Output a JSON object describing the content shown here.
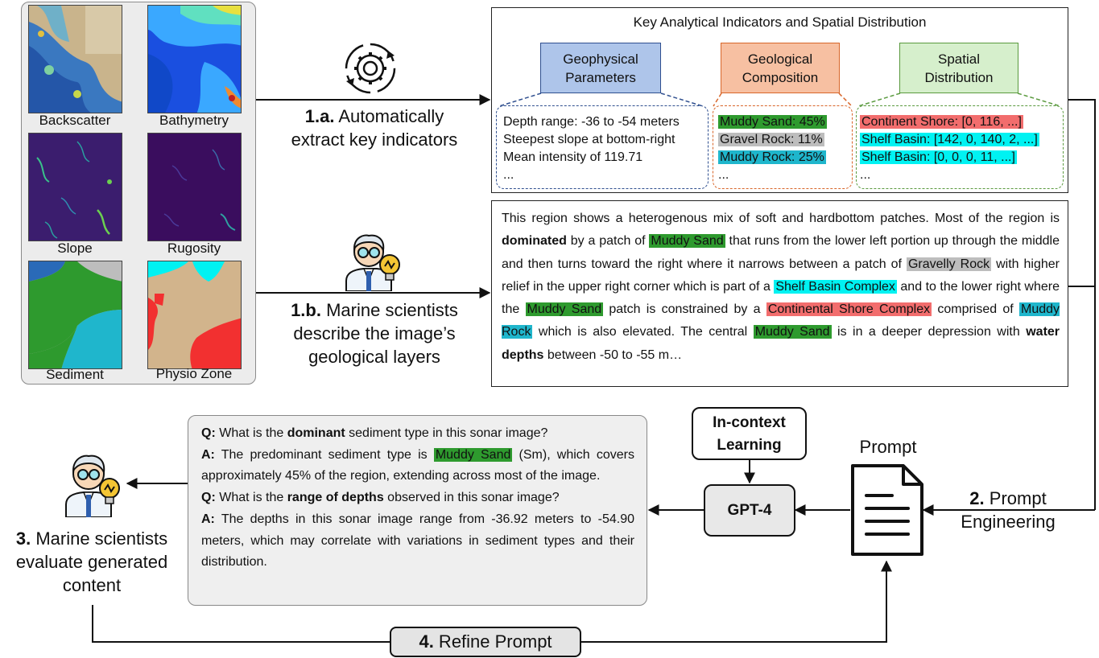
{
  "colors": {
    "muddy_sand": "#2e9a2e",
    "gravel_rock": "#bdbdbd",
    "muddy_rock": "#1fb6cc",
    "shelf_basin": "#00f2f2",
    "continental_shore": "#f26d6d",
    "geophysical_fill": "#aec5ea",
    "geophysical_border": "#2f4f8f",
    "geological_fill": "#f7c0a2",
    "geological_border": "#d8662a",
    "spatial_fill": "#d6efcc",
    "spatial_border": "#5a9a3e"
  },
  "images": {
    "backscatter": "Backscatter",
    "bathymetry": "Bathymetry",
    "slope": "Slope",
    "rugosity": "Rugosity",
    "sediment": "Sediment",
    "physio_zone": "Physio Zone"
  },
  "indicators": {
    "title": "Key Analytical Indicators and Spatial Distribution",
    "geophysical": {
      "line1": "Geophysical",
      "line2": "Parameters",
      "items": [
        "Depth range: -36 to -54 meters",
        "Steepest slope at bottom-right",
        "Mean intensity of 119.71",
        "..."
      ]
    },
    "geological": {
      "line1": "Geological",
      "line2": "Composition",
      "items": [
        "Muddy Sand: 45%",
        "Gravel Rock: 11%",
        "Muddy Rock: 25%",
        "..."
      ]
    },
    "spatial": {
      "line1": "Spatial",
      "line2": "Distribution",
      "items": [
        "Continent Shore: [0, 116, ...]",
        "Shelf Basin: [142, 0, 140, 2, ...]",
        "Shelf Basin: [0, 0, 0, 11, ...]",
        "..."
      ]
    }
  },
  "steps": {
    "s1a_num": "1.a.",
    "s1a_rest": " Automatically",
    "s1a_line2": "extract key indicators",
    "s1b_num": "1.b.",
    "s1b_rest": " Marine scientists",
    "s1b_line2": "describe the image’s",
    "s1b_line3": "geological layers",
    "s2_num": "2.",
    "s2_rest": " Prompt",
    "s2_line2": "Engineering",
    "s3_num": "3.",
    "s3_rest": " Marine scientists",
    "s3_line2": "evaluate generated",
    "s3_line3": "content",
    "s4_num": "4.",
    "s4_rest": " Refine Prompt"
  },
  "description": {
    "p1": "This region shows a heterogenous mix of soft and hardbottom patches.  Most of the region is ",
    "b1": "dominated",
    "p2": " by a patch of ",
    "h1": "Muddy Sand",
    "p3": " that runs from the lower left portion up through the middle and then turns toward the right where it narrows between a patch of ",
    "h2": "Gravelly Rock",
    "p4": " with higher relief in the upper right corner which is part of a ",
    "h3": "Shelf Basin Complex",
    "p5": " and to the lower right where the ",
    "h4": "Muddy Sand",
    "p6": " patch is constrained by a ",
    "h5": "Continental Shore Complex",
    "p7": " comprised of ",
    "h6": "Muddy Rock",
    "p8": " which is also elevated. The central ",
    "h7": "Muddy Sand",
    "p9": " is in a deeper depression with ",
    "b2": "water depths",
    "p10": " between -50 to -55 m…"
  },
  "qa": {
    "q_prefix": "Q:",
    "a_prefix": "A:",
    "q1_pre": " What is the ",
    "q1_bold": "dominant",
    "q1_post": " sediment type in this sonar image?",
    "a1_pre": " The predominant sediment type is ",
    "a1_hl": "Muddy Sand",
    "a1_post": " (Sm), which covers approximately 45% of the region, extending across most of the image.",
    "q2_pre": " What is the ",
    "q2_bold": "range of depths",
    "q2_post": " observed in this sonar image?",
    "a2": " The depths in this sonar image range from -36.92 meters to -54.90 meters, which may correlate with variations in sediment types and their distribution."
  },
  "nodes": {
    "icl_line1": "In-context",
    "icl_line2": "Learning",
    "gpt": "GPT-4",
    "prompt_label": "Prompt"
  }
}
